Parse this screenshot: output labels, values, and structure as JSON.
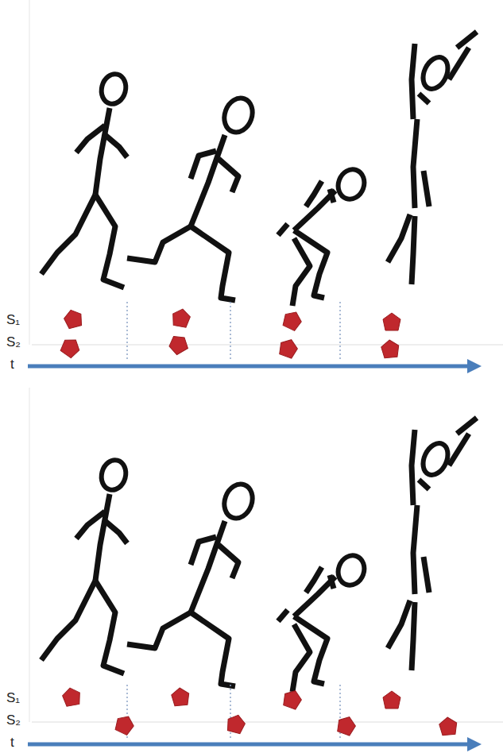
{
  "diagram": {
    "labels": [
      "S₁",
      "S₂",
      "t",
      "S₁",
      "S₂",
      "t"
    ]
  }
}
